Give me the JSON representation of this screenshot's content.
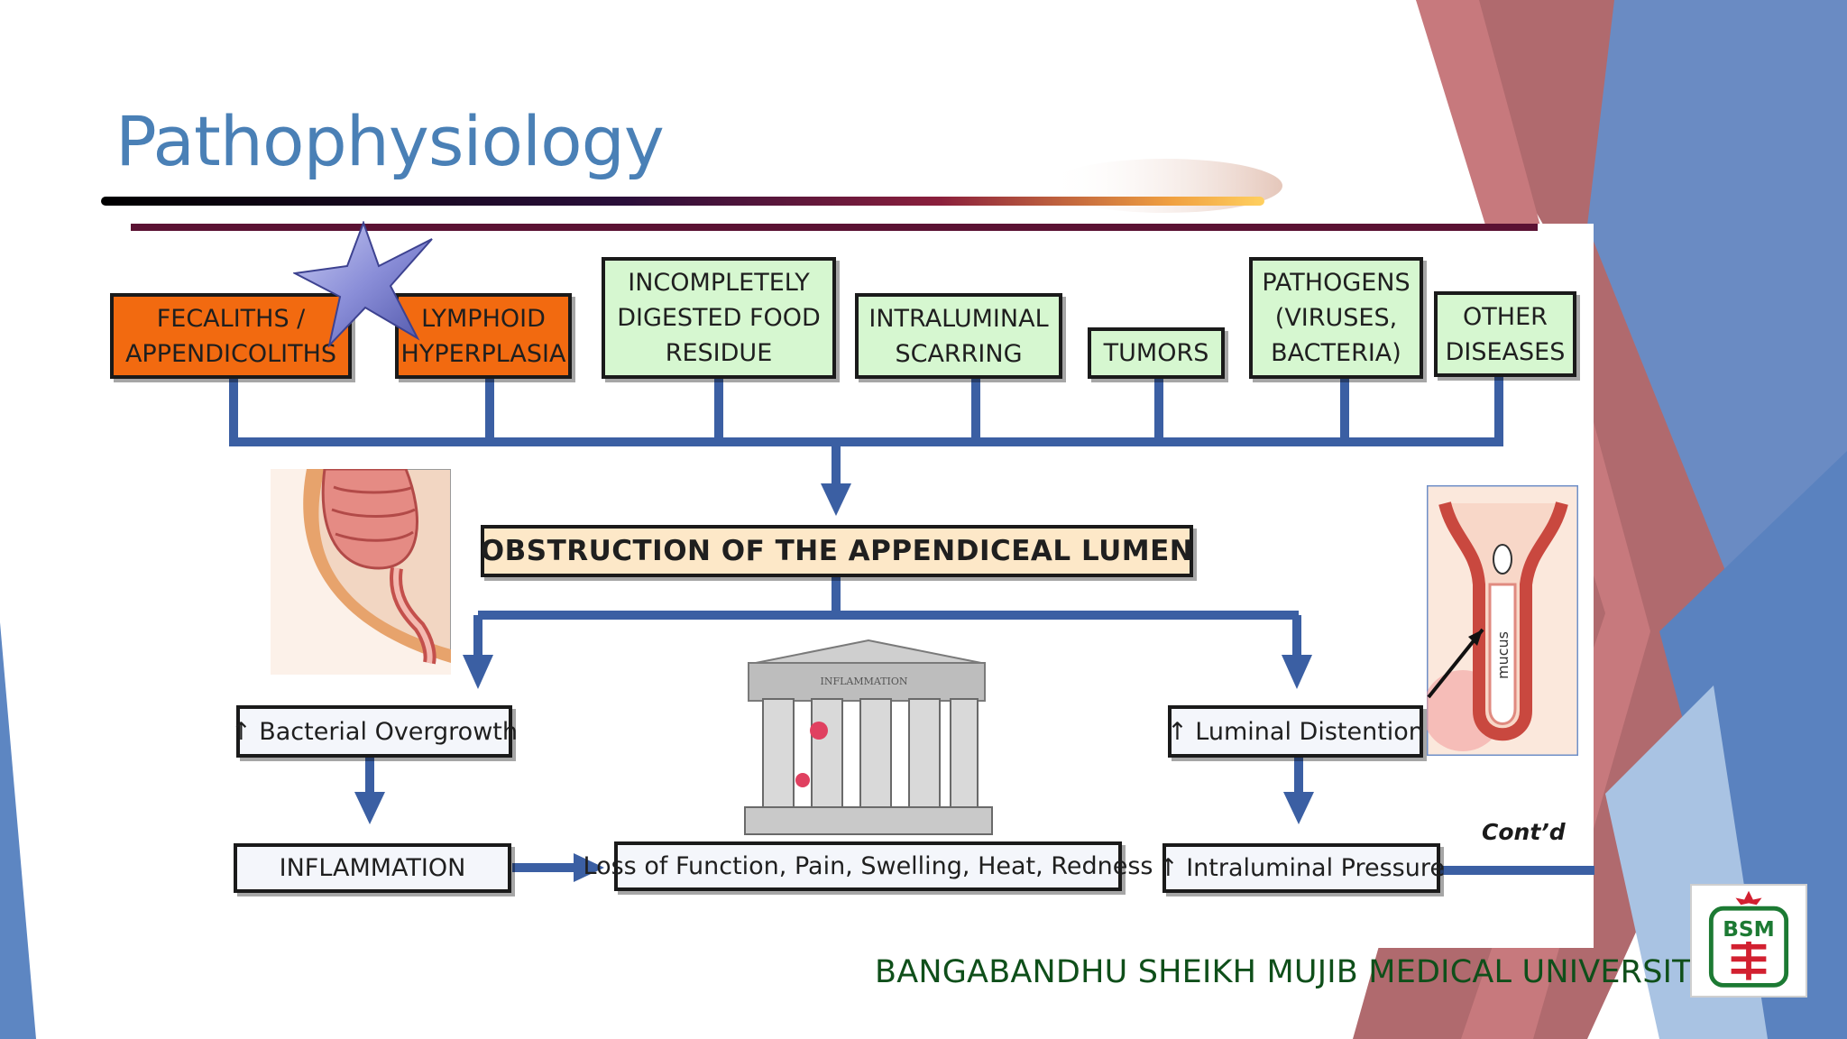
{
  "slide": {
    "title": "Pathophysiology",
    "footer": "BANGABANDHU SHEIKH MUJIB MEDICAL UNIVERSITY",
    "contd": "Cont’d"
  },
  "colors": {
    "title": "#4a80b6",
    "connector": "#3b5fa3",
    "cause_highlight": "#f26a10",
    "cause_other": "#d6f7d0",
    "obstruction_fill": "#fde8c8",
    "flow_fill": "#f4f6fb",
    "footer": "#0f4f1a"
  },
  "causes": [
    {
      "label": "FECALITHS /\nAPPENDICOLITHS",
      "style": "orange"
    },
    {
      "label": "LYMPHOID\nHYPERPLASIA",
      "style": "orange"
    },
    {
      "label": "INCOMPLETELY\nDIGESTED FOOD\nRESIDUE",
      "style": "green"
    },
    {
      "label": "INTRALUMINAL\nSCARRING",
      "style": "green"
    },
    {
      "label": "TUMORS",
      "style": "green"
    },
    {
      "label": "PATHOGENS\n(VIRUSES,\nBACTERIA)",
      "style": "green"
    },
    {
      "label": "OTHER\nDISEASES",
      "style": "green"
    }
  ],
  "obstruction": "OBSTRUCTION OF THE APPENDICEAL LUMEN",
  "flow": {
    "bacterial": "↑ Bacterial Overgrowth",
    "inflammation": "INFLAMMATION",
    "loss": "Loss of Function, Pain, Swelling, Heat, Redness",
    "distention": "↑ Luminal Distention",
    "pressure": "↑ Intraluminal Pressure"
  },
  "illustrations": {
    "colon": "colon-appendix-illustration",
    "temple": "inflammation-temple-illustration",
    "temple_label": "INFLAMMATION",
    "appendix": "appendix-mucus-illustration",
    "mucus_label": "mucus",
    "logo": "bsmmu-logo"
  }
}
